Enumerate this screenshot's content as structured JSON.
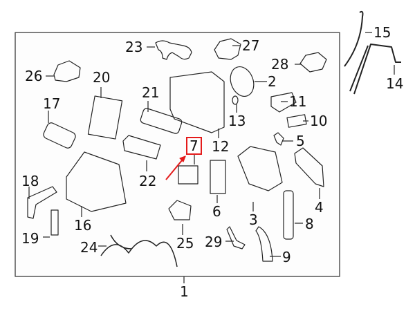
{
  "diagram": {
    "highlight_color": "#e41b1b",
    "line_color": "#222222",
    "frame_color": "#555555",
    "highlighted_part": "7",
    "assembly_label": "1",
    "callouts": [
      "2",
      "3",
      "4",
      "5",
      "6",
      "7",
      "8",
      "9",
      "10",
      "11",
      "12",
      "13",
      "14",
      "15",
      "16",
      "17",
      "18",
      "19",
      "20",
      "21",
      "22",
      "23",
      "24",
      "25",
      "26",
      "27",
      "28",
      "29"
    ]
  }
}
